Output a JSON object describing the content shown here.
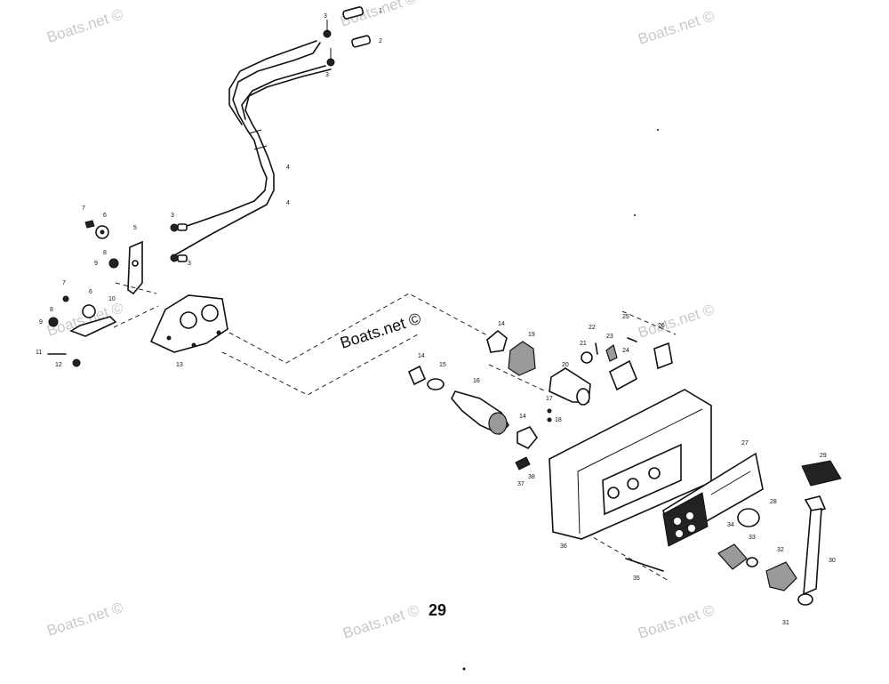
{
  "watermark": "Boats.net ©",
  "page_number": "29",
  "callouts": [
    "1",
    "2",
    "3",
    "3",
    "3",
    "3",
    "4",
    "4",
    "5",
    "6",
    "6",
    "7",
    "7",
    "8",
    "8",
    "9",
    "9",
    "10",
    "11",
    "12",
    "13",
    "14",
    "14",
    "14",
    "15",
    "16",
    "17",
    "18",
    "19",
    "20",
    "21",
    "22",
    "23",
    "24",
    "25",
    "26",
    "27",
    "28",
    "29",
    "30",
    "31",
    "32",
    "33",
    "34",
    "35",
    "36",
    "37",
    "38"
  ]
}
